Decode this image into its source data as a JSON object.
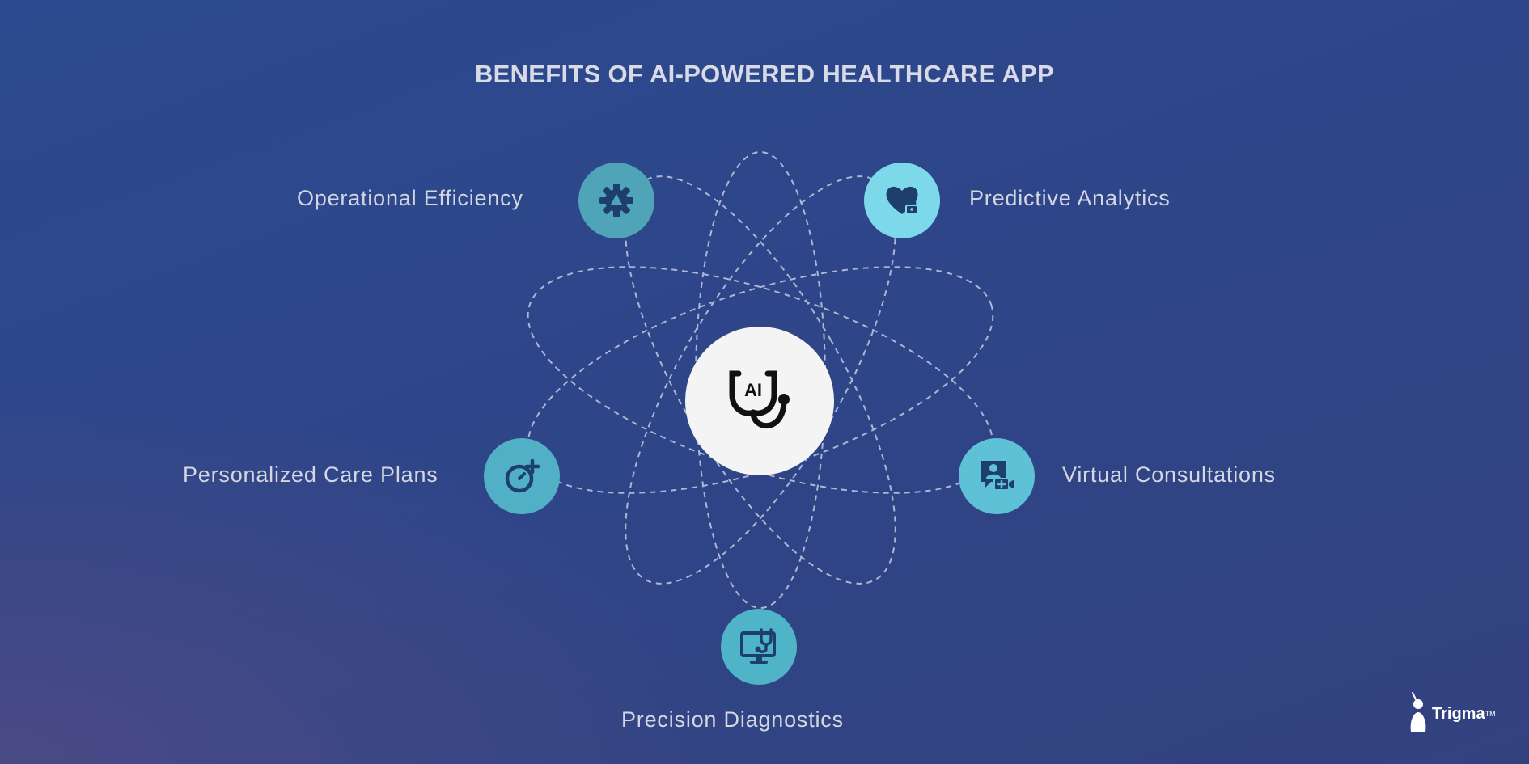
{
  "title": "BENEFITS OF AI-POWERED HEALTHCARE APP",
  "center": {
    "icon": "ai-stethoscope-icon",
    "text": "AI"
  },
  "benefits": [
    {
      "label": "Operational Efficiency",
      "icon": "gear-icon",
      "color": "#4fa5b7"
    },
    {
      "label": "Predictive Analytics",
      "icon": "heart-lock-icon",
      "color": "#7dd8ea"
    },
    {
      "label": "Personalized Care Plans",
      "icon": "timer-plus-icon",
      "color": "#51b0c6"
    },
    {
      "label": "Virtual Consultations",
      "icon": "video-consult-icon",
      "color": "#5fc1d6"
    },
    {
      "label": "Precision Diagnostics",
      "icon": "monitor-stethoscope-icon",
      "color": "#4fb4c8"
    }
  ],
  "brand": {
    "name": "Trigma",
    "trademark": "TM"
  }
}
